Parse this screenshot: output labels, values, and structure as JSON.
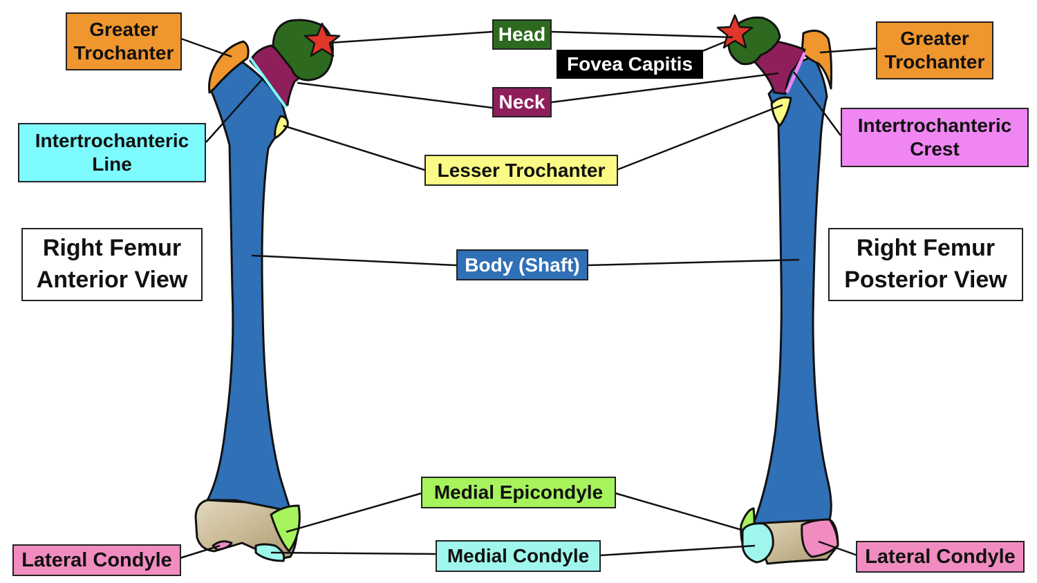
{
  "views": {
    "anterior": {
      "line1": "Right Femur",
      "line2": "Anterior View"
    },
    "posterior": {
      "line1": "Right Femur",
      "line2": "Posterior View"
    }
  },
  "labels": {
    "greater_trochanter_left": {
      "line1": "Greater",
      "line2": "Trochanter"
    },
    "greater_trochanter_right": {
      "line1": "Greater",
      "line2": "Trochanter"
    },
    "head": "Head",
    "fovea_capitis": "Fovea Capitis",
    "neck": "Neck",
    "intertrochanteric_line": {
      "line1": "Intertrochanteric",
      "line2": "Line"
    },
    "intertrochanteric_crest": {
      "line1": "Intertrochanteric",
      "line2": "Crest"
    },
    "lesser_trochanter": "Lesser Trochanter",
    "body_shaft": "Body (Shaft)",
    "medial_epicondyle": "Medial Epicondyle",
    "medial_condyle": "Medial Condyle",
    "lateral_condyle_left": "Lateral Condyle",
    "lateral_condyle_right": "Lateral Condyle"
  },
  "colors": {
    "greater_trochanter": "#f0962e",
    "head": "#2d6a1f",
    "fovea_capitis": "#000000",
    "neck": "#8e1f5a",
    "intertrochanteric_line": "#7dfbff",
    "intertrochanteric_crest": "#ef86f2",
    "lesser_trochanter": "#fafb84",
    "body_shaft": "#2f70b7",
    "medial_epicondyle": "#a6f35c",
    "medial_condyle": "#9ff6ec",
    "lateral_condyle": "#f18cc0",
    "star": "#e0372a",
    "bone_end": "#cfc3a6"
  },
  "icons": {
    "fovea_marker": "star-icon"
  }
}
